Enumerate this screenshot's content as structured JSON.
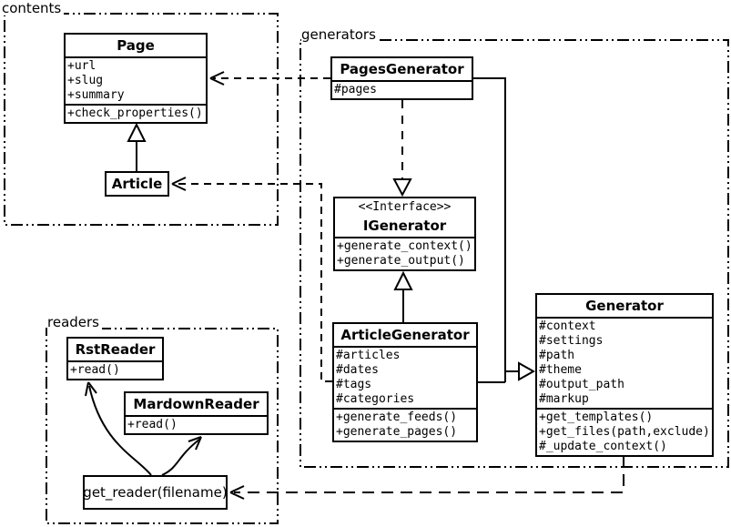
{
  "diagram": {
    "background": "#ffffff",
    "stroke": "#000000"
  },
  "packages": {
    "contents": {
      "label": "contents"
    },
    "generators": {
      "label": "generators"
    },
    "readers": {
      "label": "readers"
    }
  },
  "classes": {
    "page": {
      "name": "Page",
      "attrs": [
        "+url",
        "+slug",
        "+summary"
      ],
      "methods": [
        "+check_properties()"
      ]
    },
    "article": {
      "name": "Article"
    },
    "pages_generator": {
      "name": "PagesGenerator",
      "attrs": [
        "#pages"
      ]
    },
    "igenerator": {
      "stereotype": "<<Interface>>",
      "name": "IGenerator",
      "methods": [
        "+generate_context()",
        "+generate_output()"
      ]
    },
    "article_generator": {
      "name": "ArticleGenerator",
      "attrs": [
        "#articles",
        "#dates",
        "#tags",
        "#categories"
      ],
      "methods": [
        "+generate_feeds()",
        "+generate_pages()"
      ]
    },
    "generator": {
      "name": "Generator",
      "attrs": [
        "#context",
        "#settings",
        "#path",
        "#theme",
        "#output_path",
        "#markup"
      ],
      "methods": [
        "+get_templates()",
        "+get_files(path,exclude)",
        "#_update_context()"
      ]
    },
    "rst_reader": {
      "name": "RstReader",
      "methods": [
        "+read()"
      ]
    },
    "mardown_reader": {
      "name": "MardownReader",
      "methods": [
        "+read()"
      ]
    },
    "get_reader": {
      "label": "get_reader(filename)"
    }
  },
  "relations": [
    {
      "from": "Article",
      "to": "Page",
      "type": "generalization"
    },
    {
      "from": "PagesGenerator",
      "to": "Page",
      "type": "dependency"
    },
    {
      "from": "ArticleGenerator",
      "to": "Article",
      "type": "dependency"
    },
    {
      "from": "PagesGenerator",
      "to": "IGenerator",
      "type": "realization"
    },
    {
      "from": "ArticleGenerator",
      "to": "IGenerator",
      "type": "generalization"
    },
    {
      "from": "PagesGenerator",
      "to": "Generator",
      "type": "generalization"
    },
    {
      "from": "ArticleGenerator",
      "to": "Generator",
      "type": "generalization"
    },
    {
      "from": "Generator",
      "to": "get_reader(filename)",
      "type": "dependency"
    },
    {
      "from": "get_reader(filename)",
      "to": "RstReader",
      "type": "arrow"
    },
    {
      "from": "get_reader(filename)",
      "to": "MardownReader",
      "type": "arrow"
    }
  ]
}
